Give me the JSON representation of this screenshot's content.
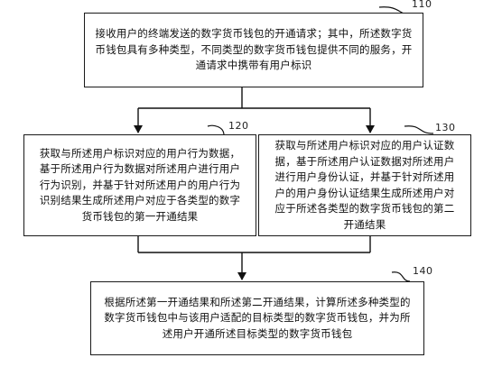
{
  "steps": [
    {
      "id": "110",
      "text": "接收用户的终端发送的数字货币钱包的开通请求；其中，所述数字货币钱包具有多种类型，不同类型的数字货币钱包提供不同的服务，开通请求中携带有用户标识"
    },
    {
      "id": "120",
      "text": "获取与所述用户标识对应的用户行为数据，基于所述用户行为数据对所述用户进行用户行为识别，并基于针对所述用户的用户行为识别结果生成所述用户对应于各类型的数字货币钱包的第一开通结果"
    },
    {
      "id": "130",
      "text": "获取与所述用户标识对应的用户认证数据，基于所述用户认证数据对所述用户进行用户身份认证，并基于针对所述用户的用户身份认证结果生成所述用户对应于所述各类型的数字货币钱包的第二开通结果"
    },
    {
      "id": "140",
      "text": "根据所述第一开通结果和所述第二开通结果，计算所述多种类型的数字货币钱包中与该用户适配的目标类型的数字货币钱包，并为所述用户开通所述目标类型的数字货币钱包"
    }
  ]
}
